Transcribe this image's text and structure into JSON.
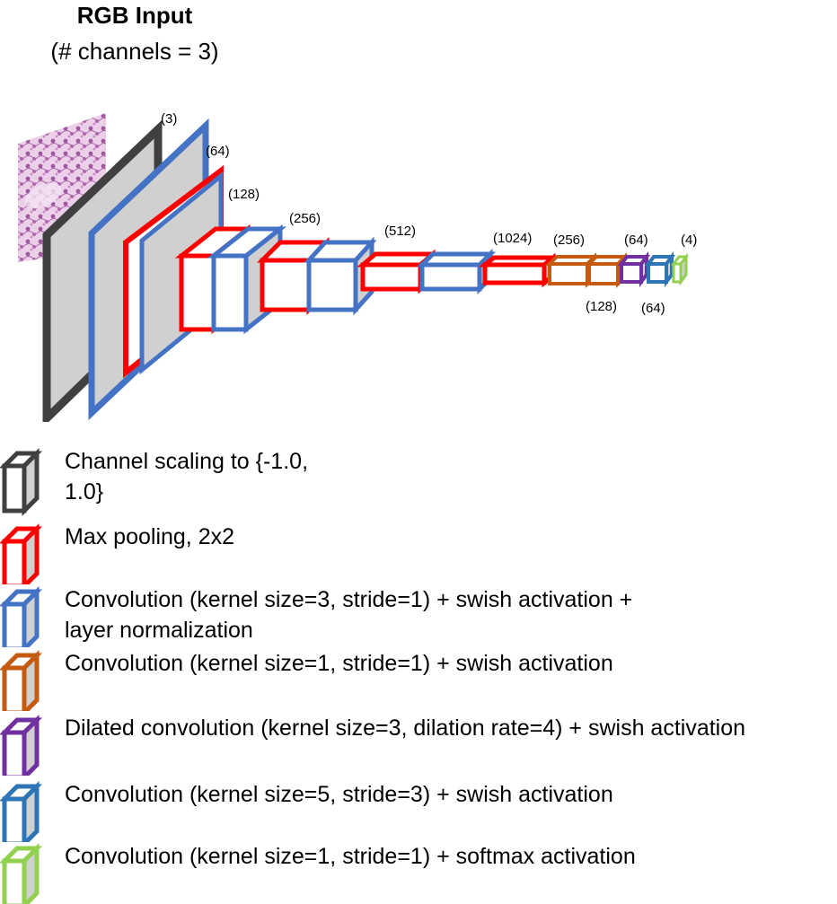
{
  "title": {
    "main": "RGB Input",
    "sub": "(# channels = 3)"
  },
  "colors": {
    "gray": "#404040",
    "red": "#ff0000",
    "blue": "#4472c4",
    "orange": "#c55a11",
    "purple": "#7030a0",
    "steelblue": "#2e75b6",
    "green": "#92d050",
    "fill": "#d0d0d0"
  },
  "layers": [
    {
      "label": "(3)"
    },
    {
      "label": "(64)"
    },
    {
      "label": "(128)"
    },
    {
      "label": "(256)"
    },
    {
      "label": "(512)"
    },
    {
      "label": "(1024)"
    },
    {
      "label": "(256)"
    },
    {
      "label": "(128)"
    },
    {
      "label": "(64)"
    },
    {
      "label": "(64)"
    },
    {
      "label": "(4)"
    }
  ],
  "legend": [
    {
      "color": "#404040",
      "line1": "Channel scaling to {-1.0,",
      "line2": "1.0}"
    },
    {
      "color": "#ff0000",
      "line1": "Max pooling, 2x2",
      "line2": ""
    },
    {
      "color": "#4472c4",
      "line1": "Convolution (kernel size=3, stride=1) + swish activation +",
      "line2": "layer normalization"
    },
    {
      "color": "#c55a11",
      "line1": "Convolution (kernel size=1, stride=1) + swish activation",
      "line2": ""
    },
    {
      "color": "#7030a0",
      "line1": "Dilated convolution (kernel size=3, dilation rate=4) + swish activation",
      "line2": ""
    },
    {
      "color": "#2e75b6",
      "line1": "Convolution (kernel size=5, stride=3) + swish activation",
      "line2": ""
    },
    {
      "color": "#92d050",
      "line1": "Convolution (kernel size=1, stride=1) +  softmax activation",
      "line2": ""
    }
  ]
}
